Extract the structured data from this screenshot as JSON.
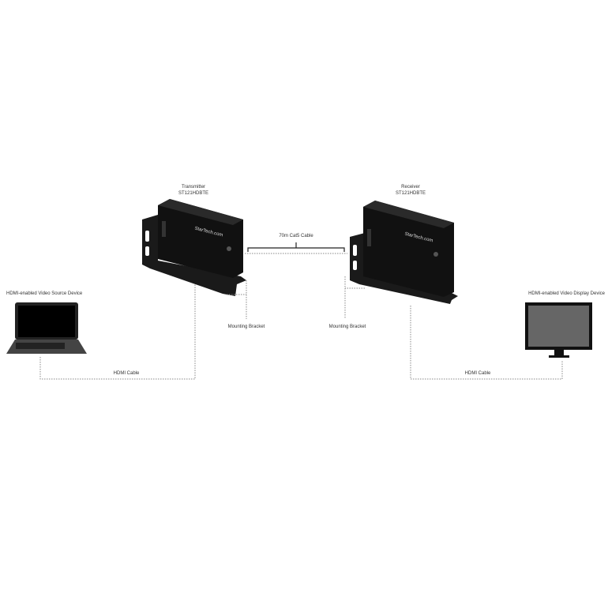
{
  "transmitter": {
    "title": "Transmitter",
    "model": "ST121HDBTE",
    "brand": "StarTech.com"
  },
  "receiver": {
    "title": "Receiver",
    "model": "ST121HDBTE",
    "brand": "StarTech.com"
  },
  "cat5_cable_label": "70m Cat5 Cable",
  "mounting_bracket_left": "Mounting Bracket",
  "mounting_bracket_right": "Mounting Bracket",
  "source_device_label": "HDMI-enabled Video Source Device",
  "display_device_label": "HDMI-enabled Video Display Device",
  "hdmi_cable_left": "HDMI Cable",
  "hdmi_cable_right": "HDMI Cable",
  "colors": {
    "device": "#111111",
    "connector_line": "#888888",
    "bracket_line": "#222222"
  }
}
